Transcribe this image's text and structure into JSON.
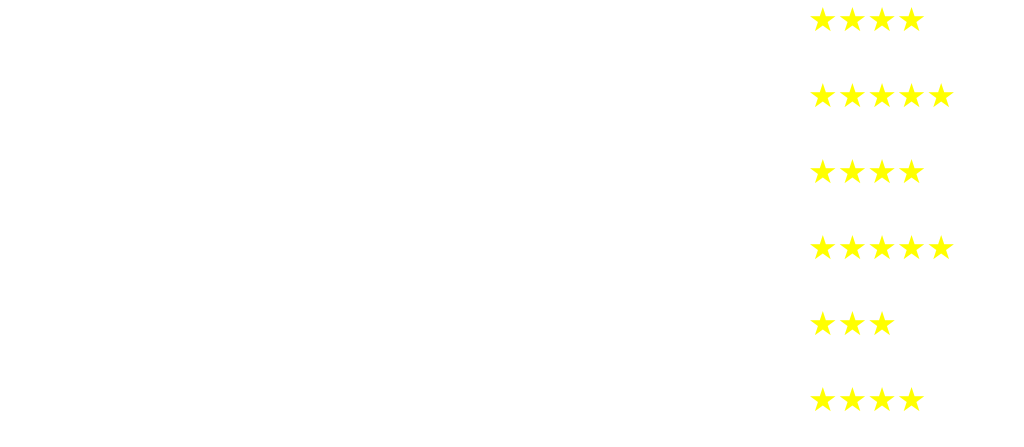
{
  "star_color": "#ffff00",
  "star_glyph": "★",
  "ratings": [
    {
      "value": 4
    },
    {
      "value": 5
    },
    {
      "value": 4
    },
    {
      "value": 5
    },
    {
      "value": 3
    },
    {
      "value": 4
    }
  ]
}
